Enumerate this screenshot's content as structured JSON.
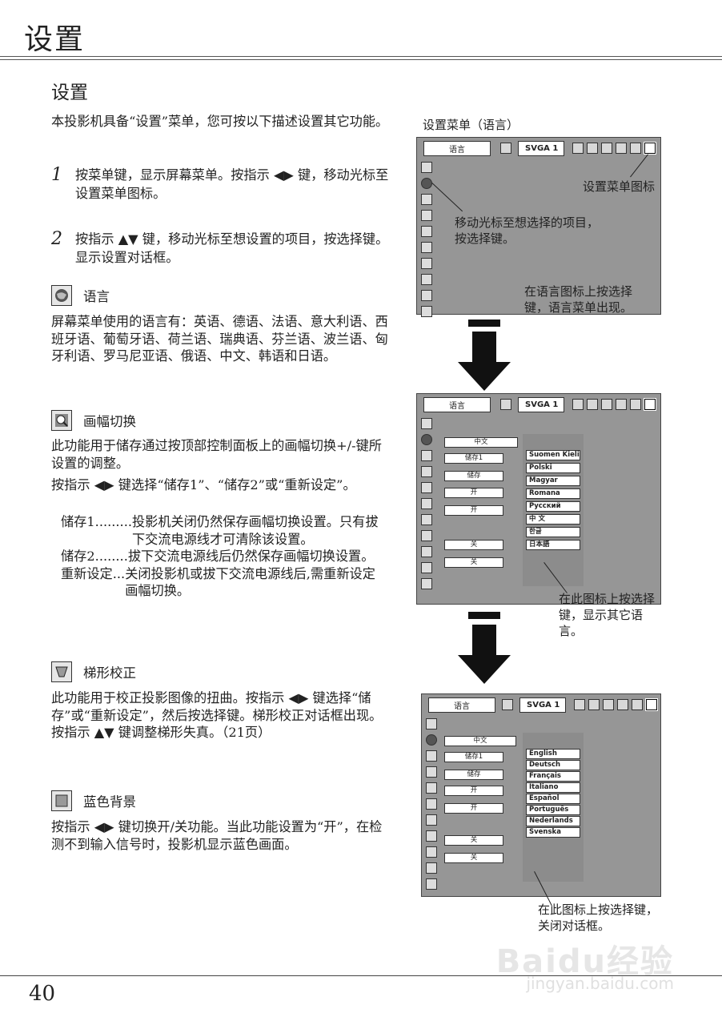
{
  "header": {
    "title": "设置"
  },
  "section_title": "设置",
  "intro": "本投影机具备“设置”菜单，您可按以下描述设置其它功能。",
  "steps": [
    {
      "num": "1",
      "text": "按菜单键，显示屏幕菜单。按指示 ◀▶ 键，移动光标至设置菜单图标。"
    },
    {
      "num": "2",
      "text": "按指示 ▲▼ 键，移动光标至想设置的项目，按选择键。显示设置对话框。"
    }
  ],
  "sections": {
    "language": {
      "label": "语言",
      "icon": "globe-icon",
      "body": "屏幕菜单使用的语言有：英语、德语、法语、意大利语、西班牙语、葡萄牙语、荷兰语、瑞典语、芬兰语、波兰语、匈牙利语、罗马尼亚语、俄语、中文、韩语和日语。"
    },
    "zoom": {
      "label": "画幅切换",
      "icon": "zoom-icon",
      "body1": "此功能用于储存通过按顶部控制面板上的画幅切换+/-键所设置的调整。",
      "body2": "按指示 ◀▶ 键选择“储存1”、“储存2”或“重新设定”。",
      "defs": [
        {
          "term": "储存1.........",
          "desc": "投影机关闭仍然保存画幅切换设置。只有拔下交流电源线才可清除该设置。"
        },
        {
          "term": "储存2........",
          "desc": "拔下交流电源线后仍然保存画幅切换设置。"
        },
        {
          "term": "重新设定...",
          "desc": "关闭投影机或拔下交流电源线后,需重新设定画幅切换。"
        }
      ]
    },
    "keystone": {
      "label": "梯形校正",
      "icon": "keystone-icon",
      "body": "此功能用于校正投影图像的扭曲。按指示 ◀▶ 键选择“储存”或“重新设定”，然后按选择键。梯形校正对话框出现。按指示 ▲▼ 键调整梯形失真。（21页）"
    },
    "blueback": {
      "label": "蓝色背景",
      "icon": "blue-back-icon",
      "body": "按指示 ◀▶ 键切换开/关功能。当此功能设置为“开”，在检测不到输入信号时，投影机显示蓝色画面。"
    }
  },
  "figure": {
    "caption": "设置菜单（语言）",
    "lang_label": "语言",
    "svga_label": "SVGA 1",
    "ann_setup_icon": "设置菜单图标",
    "ann_move_cursor": "移动光标至想选择的项目，按选择键。",
    "ann_press_select": "在语言图标上按选择键，语言菜单出现。",
    "ann_show_other": "在此图标上按选择键，显示其它语言。",
    "ann_close": "在此图标上按选择键，关闭对话框。",
    "menu_items": [
      "中文",
      "储存1",
      "储存",
      "开",
      "开",
      "关",
      "关"
    ],
    "lang_list_1": [
      "Suomen Kieli",
      "Polski",
      "Magyar",
      "Romana",
      "Русский",
      "中 文",
      "한글",
      "日本語"
    ],
    "lang_list_2": [
      "English",
      "Deutsch",
      "Français",
      "Italiano",
      "Español",
      "Português",
      "Nederlands",
      "Svenska"
    ]
  },
  "footer": {
    "page": "40",
    "watermark": "Baidu经验",
    "watermark_url": "jingyan.baidu.com"
  }
}
